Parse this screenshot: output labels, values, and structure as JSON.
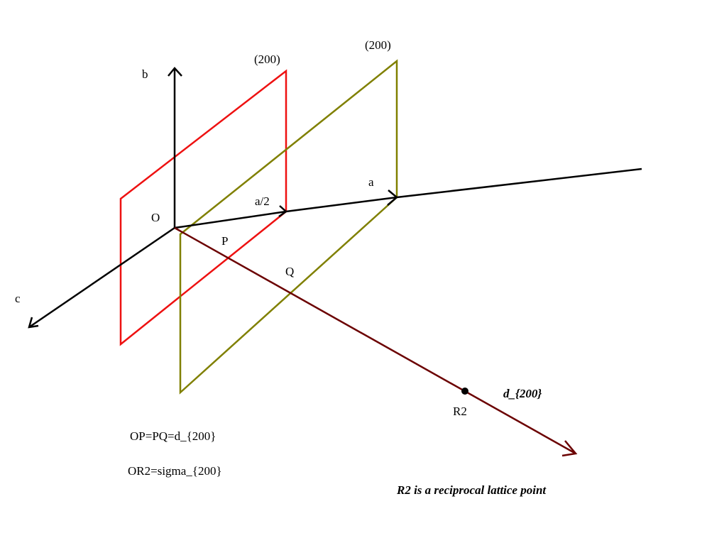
{
  "labels": {
    "b_axis": "b",
    "c_axis": "c",
    "origin": "O",
    "a_half": "a/2",
    "a_full": "a",
    "point_p": "P",
    "point_q": "Q",
    "point_r2": "R2",
    "plane1": "(200)",
    "plane2": "(200)",
    "d_label": "d_{200}",
    "eq1": "OP=PQ=d_{200}",
    "eq2": "OR2=sigma_{200}",
    "note": "R2 is a reciprocal lattice point"
  },
  "colors": {
    "axes": "#000000",
    "plane1": "#ee1111",
    "plane2": "#808000",
    "normal": "#6b0000"
  }
}
